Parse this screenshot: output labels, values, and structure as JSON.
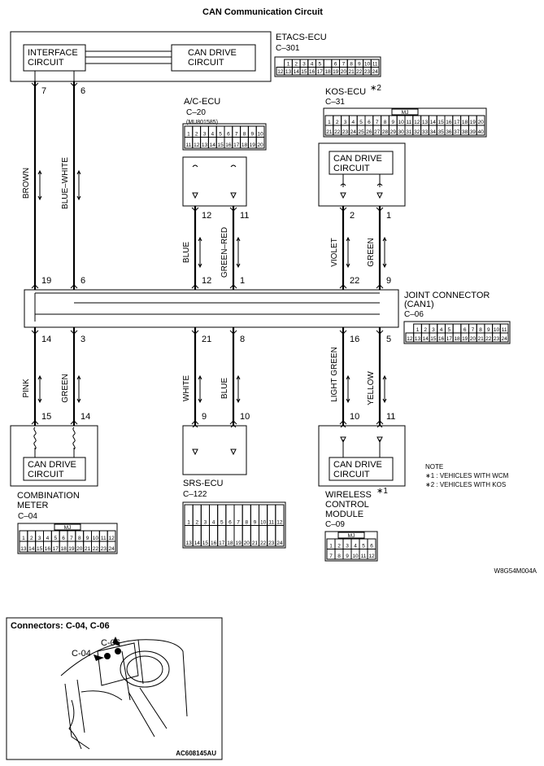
{
  "title": "CAN Communication Circuit",
  "etacs": {
    "name": "ETACS-ECU",
    "connector": "C–301",
    "box1": [
      "INTERFACE",
      "CIRCUIT"
    ],
    "box2": [
      "CAN DRIVE",
      "CIRCUIT"
    ],
    "pins": [
      "7",
      "6"
    ],
    "row1": [
      "1",
      "2",
      "3",
      "4",
      "5",
      "",
      "6",
      "7",
      "8",
      "9",
      "10",
      "11"
    ],
    "row2": [
      "12",
      "13",
      "14",
      "15",
      "16",
      "17",
      "18",
      "19",
      "20",
      "21",
      "22",
      "23",
      "24"
    ]
  },
  "ac_ecu": {
    "name": "A/C-ECU",
    "connector": "C–20",
    "part": "(MU801585)",
    "pins": [
      "12",
      "11"
    ],
    "row1": [
      "1",
      "2",
      "3",
      "4",
      "5",
      "6",
      "7",
      "8",
      "9",
      "10"
    ],
    "row2": [
      "11",
      "12",
      "13",
      "14",
      "15",
      "16",
      "17",
      "18",
      "19",
      "20"
    ]
  },
  "kos_ecu": {
    "name": "KOS-ECU",
    "mark": "∗2",
    "connector": "C–31",
    "box": [
      "CAN DRIVE",
      "CIRCUIT"
    ],
    "pins": [
      "2",
      "1"
    ],
    "tag": "MJ",
    "row1": [
      "1",
      "2",
      "3",
      "4",
      "5",
      "6",
      "7",
      "8",
      "9",
      "10",
      "11",
      "12",
      "13",
      "14",
      "15",
      "16",
      "17",
      "18",
      "19",
      "20"
    ],
    "row2": [
      "21",
      "22",
      "23",
      "24",
      "25",
      "26",
      "27",
      "28",
      "29",
      "30",
      "31",
      "32",
      "33",
      "34",
      "35",
      "36",
      "37",
      "38",
      "39",
      "40"
    ]
  },
  "joint": {
    "name": "JOINT CONNECTOR",
    "sub": "(CAN1)",
    "connector": "C–06",
    "top_pins": [
      "19",
      "6",
      "12",
      "1",
      "22",
      "9"
    ],
    "bottom_pins": [
      "14",
      "3",
      "21",
      "8",
      "16",
      "5"
    ],
    "row1": [
      "1",
      "2",
      "3",
      "4",
      "5",
      "",
      "6",
      "7",
      "8",
      "9",
      "10",
      "11"
    ],
    "row2": [
      "12",
      "13",
      "14",
      "15",
      "16",
      "17",
      "18",
      "19",
      "20",
      "21",
      "22",
      "23",
      "24"
    ]
  },
  "meter": {
    "name": [
      "COMBINATION",
      "METER"
    ],
    "connector": "C–04",
    "box": [
      "CAN DRIVE",
      "CIRCUIT"
    ],
    "pins": [
      "15",
      "14"
    ],
    "tag": "MJ",
    "row1": [
      "1",
      "2",
      "3",
      "4",
      "5",
      "6",
      "7",
      "8",
      "9",
      "10",
      "11",
      "12"
    ],
    "row2": [
      "13",
      "14",
      "15",
      "16",
      "17",
      "18",
      "19",
      "20",
      "21",
      "22",
      "23",
      "24"
    ]
  },
  "srs": {
    "name": "SRS-ECU",
    "connector": "C–122",
    "pins": [
      "9",
      "10"
    ],
    "row1": [
      "1",
      "2",
      "3",
      "4",
      "5",
      "6",
      "7",
      "8",
      "9",
      "10",
      "11",
      "12"
    ],
    "row2": [
      "13",
      "14",
      "15",
      "16",
      "17",
      "18",
      "19",
      "20",
      "21",
      "22",
      "23",
      "24"
    ]
  },
  "wireless": {
    "name": [
      "WIRELESS",
      "CONTROL",
      "MODULE"
    ],
    "mark": "∗1",
    "connector": "C–09",
    "box": [
      "CAN DRIVE",
      "CIRCUIT"
    ],
    "pins": [
      "10",
      "11"
    ],
    "tag": "MJ",
    "row1": [
      "1",
      "2",
      "3",
      "4",
      "5",
      "6"
    ],
    "row2": [
      "7",
      "8",
      "9",
      "10",
      "11",
      "12"
    ]
  },
  "wires": {
    "upper": [
      "BROWN",
      "BLUE–WHITE",
      "BLUE",
      "GREEN–RED",
      "VIOLET",
      "GREEN"
    ],
    "lower": [
      "PINK",
      "GREEN",
      "WHITE",
      "BLUE",
      "LIGHT GREEN",
      "YELLOW"
    ]
  },
  "note": {
    "title": "NOTE",
    "lines": [
      "∗1 : VEHICLES WITH WCM",
      "∗2 : VEHICLES WITH KOS"
    ]
  },
  "code1": "W8G54M004A",
  "inset": {
    "title": "Connectors: C-04, C-06",
    "callouts": [
      "C-04",
      "C-06"
    ],
    "code": "AC608145AU"
  }
}
